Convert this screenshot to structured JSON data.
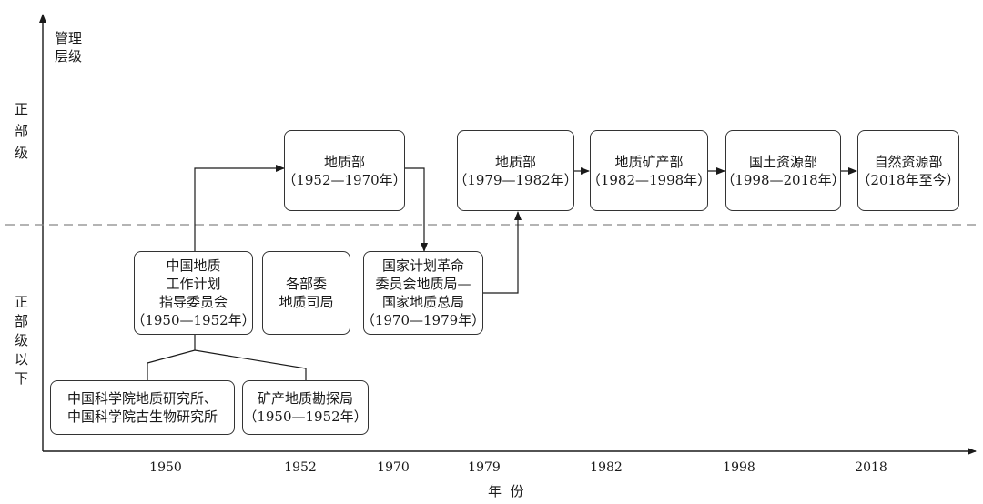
{
  "axis": {
    "y_title": [
      "管理",
      "层级"
    ],
    "x_title": "年  份",
    "level_top": [
      "正",
      "部",
      "级"
    ],
    "level_bottom": [
      "正",
      "部",
      "级",
      "以",
      "下"
    ],
    "x_ticks": [
      "1950",
      "1952",
      "1970",
      "1979",
      "1982",
      "1998",
      "2018"
    ]
  },
  "nodes": {
    "dizhibu_1952": [
      "地质部",
      "（1952—1970年）"
    ],
    "dizhibu_1979": [
      "地质部",
      "（1979—1982年）"
    ],
    "dizhikuangchanbu": [
      "地质矿产部",
      "（1982—1998年）"
    ],
    "guotuziyuanbu": [
      "国土资源部",
      "（1998—2018年）"
    ],
    "ziranziyuanbu": [
      "自然资源部",
      "（2018年至今）"
    ],
    "zhongguo_dizhi_jihua": [
      "中国地质",
      "工作计划",
      "指导委员会",
      "（1950—1952年）"
    ],
    "gebuwei": [
      "各部委",
      "地质司局"
    ],
    "guojia_jihua": [
      "国家计划革命",
      "委员会地质局—",
      "国家地质总局",
      "（1970—1979年）"
    ],
    "kexueyuan": [
      "中国科学院地质研究所、",
      "中国科学院古生物研究所"
    ],
    "kuangchan_kantan": [
      "矿产地质勘探局",
      "（1950—1952年）"
    ]
  }
}
